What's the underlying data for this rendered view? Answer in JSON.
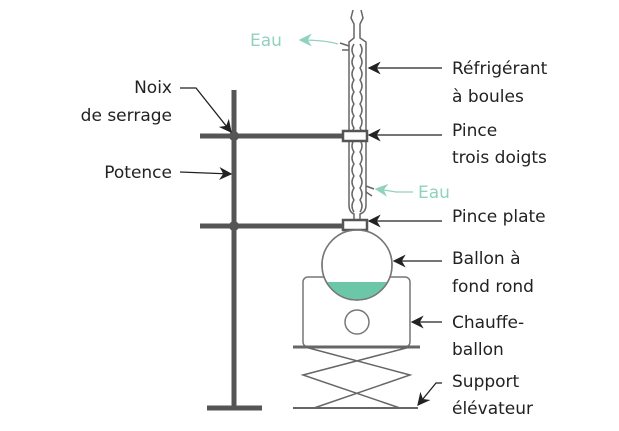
{
  "labels": {
    "noix_1": "Noix",
    "noix_2": "de serrage",
    "potence": "Potence",
    "refrigerant_1": "Réfrigérant",
    "refrigerant_2": "à boules",
    "pince3_1": "Pince",
    "pince3_2": "trois doigts",
    "eau_out": "Eau",
    "eau_in": "Eau",
    "pince_plate": "Pince plate",
    "ballon_1": "Ballon à",
    "ballon_2": "fond rond",
    "chauffe_1": "Chauffe-",
    "chauffe_2": "ballon",
    "support_1": "Support",
    "support_2": "élévateur"
  },
  "colors": {
    "water": "#8fd2bf",
    "liquid": "#6cc7a8",
    "metal": "#555555"
  }
}
